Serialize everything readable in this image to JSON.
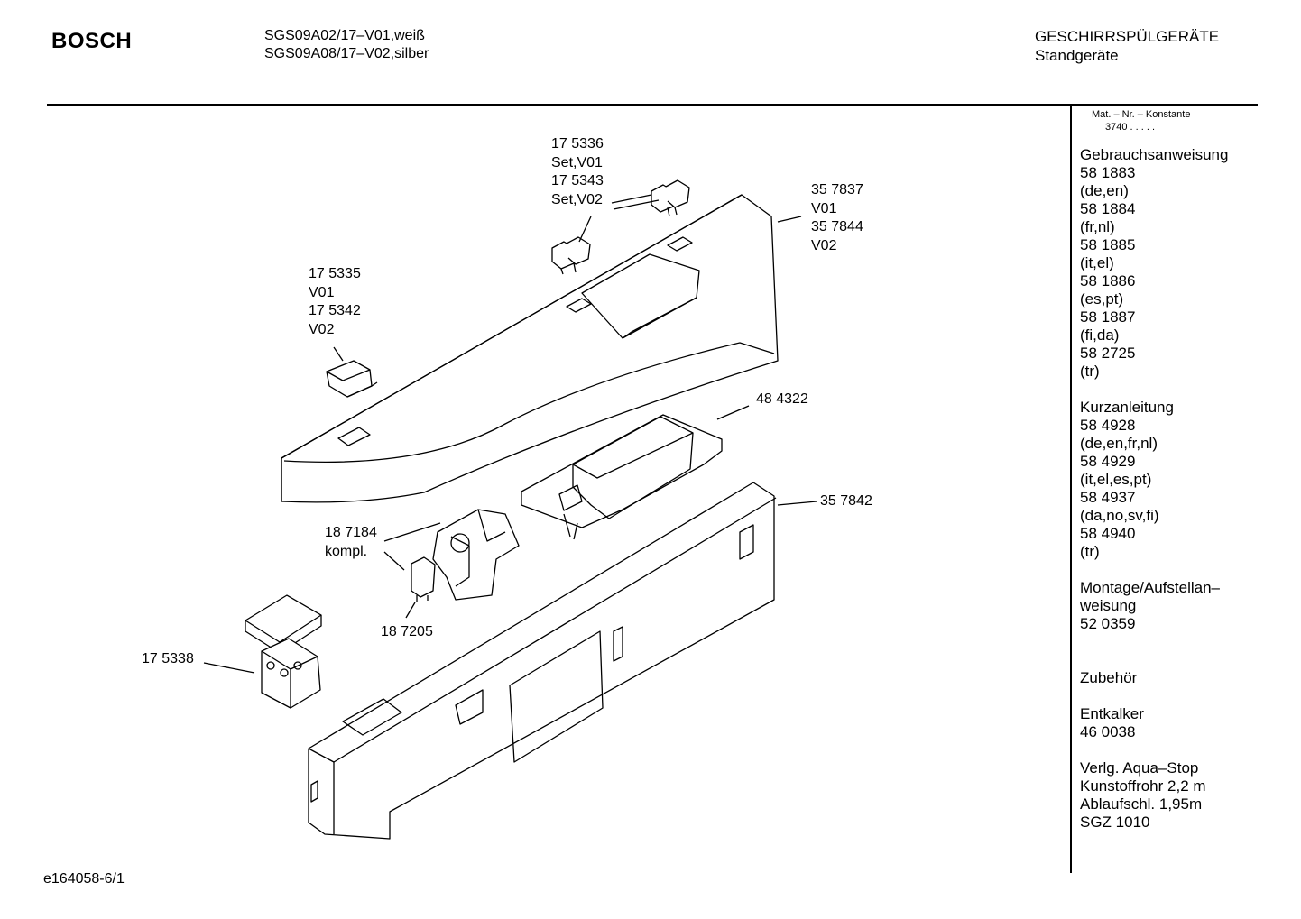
{
  "header": {
    "brand": "BOSCH",
    "model_lines": [
      "SGS09A02/17–V01,weiß",
      "SGS09A08/17–V02,silber"
    ],
    "category": "GESCHIRRSPÜLGERÄTE",
    "subcategory": "Standgeräte"
  },
  "sidebar": {
    "matno_title": "Mat. – Nr. – Konstante",
    "matno_value": "3740  .   .   .   .   .",
    "lines": [
      "Gebrauchsanweisung",
      "58 1883",
      "(de,en)",
      "58 1884",
      "(fr,nl)",
      "58 1885",
      "(it,el)",
      "58 1886",
      "(es,pt)",
      "58 1887",
      "(fi,da)",
      "58 2725",
      "(tr)",
      "",
      "Kurzanleitung",
      "58 4928",
      "(de,en,fr,nl)",
      "58 4929",
      "(it,el,es,pt)",
      "58 4937",
      "(da,no,sv,fi)",
      "58 4940",
      "(tr)",
      "",
      "Montage/Aufstellan–",
      "weisung",
      "52 0359",
      "",
      "",
      "Zubehör",
      "",
      "Entkalker",
      "46 0038",
      "",
      "Verlg. Aqua–Stop",
      "Kunstoffrohr 2,2 m",
      "Ablaufschl. 1,95m",
      "SGZ 1010"
    ]
  },
  "callouts": {
    "c1": [
      "17 5336",
      "Set,V01",
      "17 5343",
      "Set,V02"
    ],
    "c2": [
      "35 7837",
      "V01",
      "35 7844",
      "V02"
    ],
    "c3": [
      "17 5335",
      "V01",
      "17 5342",
      "V02"
    ],
    "c4": [
      "48 4322"
    ],
    "c5": [
      "35 7842"
    ],
    "c6": [
      "18 7184",
      "kompl."
    ],
    "c7": [
      "18 7205"
    ],
    "c8": [
      "17 5338"
    ]
  },
  "footer": {
    "code": "e164058-6/1"
  }
}
